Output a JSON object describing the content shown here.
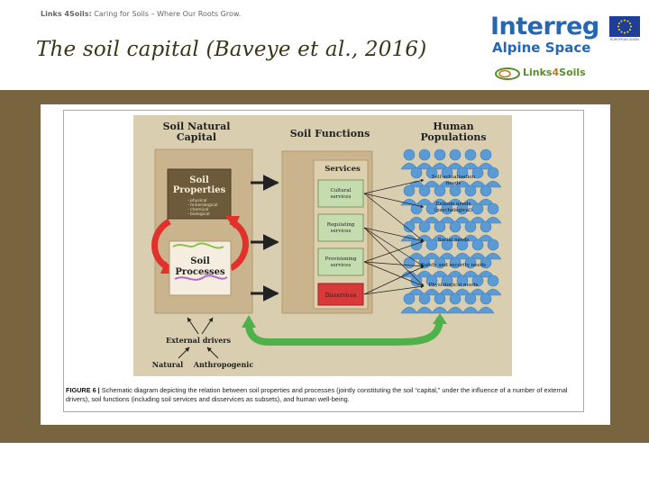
{
  "header": {
    "tagline_brand": "Links 4Soils:",
    "tagline_text": "Caring for Soils – Where Our Roots Grow.",
    "title": "The soil capital (Baveye et al., 2016)"
  },
  "logos": {
    "interreg": "Interreg",
    "alpine_space": "Alpine Space",
    "eu_caption": "EUROPEAN UNION",
    "links4soils_prefix": "Links",
    "links4soils_num": "4",
    "links4soils_suffix": "Soils"
  },
  "colors": {
    "band": "#78653f",
    "title": "#3b3617",
    "interreg_blue": "#2767b1",
    "diagram_bg": "#d9ceb0",
    "box_fill": "#c9b48e",
    "service_fill": "#c5dcb0",
    "disservice_fill": "#d83a3a",
    "people_blue": "#5b9bd5",
    "green_arrow": "#4fb14a",
    "red_arrow": "#e0312a"
  },
  "diagram": {
    "soil_natural_capital": "Soil Natural Capital",
    "soil_functions": "Soil Functions",
    "human_populations": "Human Populations",
    "soil_properties": "Soil Properties",
    "properties_list": [
      "- physical",
      "- mineralogical",
      "- chemical",
      "- biological"
    ],
    "soil_processes": "Soil Processes",
    "services": "Services",
    "service_items": [
      "Cultural services",
      "Regulating services",
      "Provisioning services"
    ],
    "disservices": "Disservices",
    "needs": [
      "Self-actualisation needs",
      "Esteem needs (psychological)",
      "Social needs",
      "Safety and security needs",
      "Physiological needs"
    ],
    "external_drivers": "External drivers",
    "natural": "Natural",
    "anthropogenic": "Anthropogenic"
  },
  "caption": {
    "label": "FIGURE 6 |",
    "text": "Schematic diagram depicting the relation between soil properties and processes (jointly constituting the soil “capital,” under the influence of a number of external drivers), soil functions (including soil services and disservices as subsets), and human well-being."
  }
}
